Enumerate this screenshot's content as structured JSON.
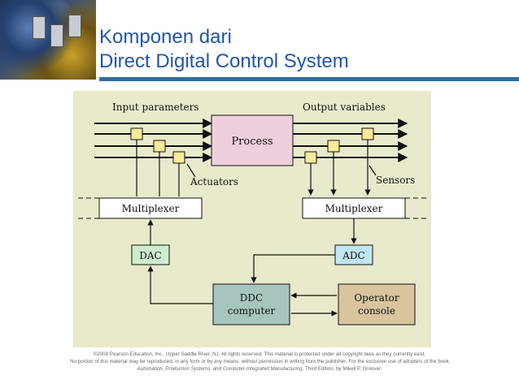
{
  "slide": {
    "title_line1": "Komponen dari",
    "title_line2": "Direct Digital Control System"
  },
  "diagram": {
    "labels": {
      "input_parameters": "Input parameters",
      "output_variables": "Output variables",
      "process": "Process",
      "actuators": "Actuators",
      "sensors": "Sensors",
      "multiplexer_left": "Multiplexer",
      "multiplexer_right": "Multiplexer",
      "dac": "DAC",
      "adc": "ADC",
      "ddc_line1": "DDC",
      "ddc_line2": "computer",
      "operator_line1": "Operator",
      "operator_line2": "console"
    },
    "colors": {
      "background": "#e9e9cc",
      "process": "#eecfdd",
      "dac": "#cdeecd",
      "adc": "#bfe6f2",
      "ddc": "#a7c5be",
      "operator": "#d9c59d",
      "transducer": "#f7eb9a"
    }
  },
  "footer": {
    "line1": "©2008 Pearson Education, Inc., Upper Saddle River, NJ. All rights reserved.  This material is protected under all copyright laws  as they currently exist.",
    "line2": "No portion of this material may be reproduced, in any form or by any means, without permission in writing from the publisher.  For  the exclusive use of adopters of the book",
    "book": "Automation, Production Systems, and Computer-Integrated Manufacturing",
    "line3_rest": ", Third Edition, by Mikell P. Groover."
  }
}
